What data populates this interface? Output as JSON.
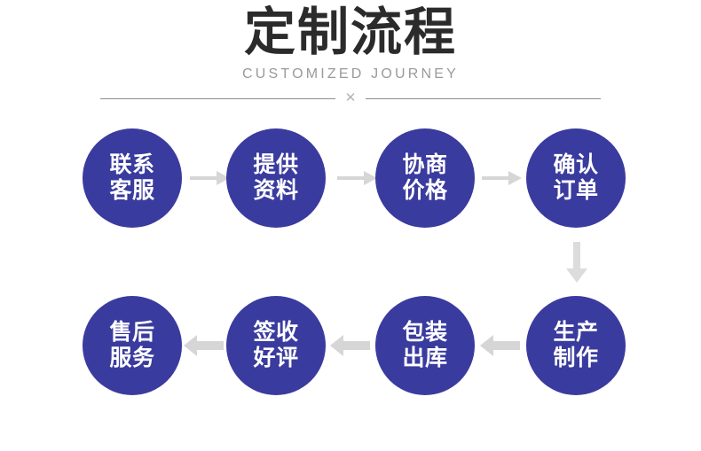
{
  "header": {
    "title": "定制流程",
    "subtitle": "CUSTOMIZED JOURNEY",
    "divider_mark": "✕"
  },
  "colors": {
    "node_fill": "#3a3b9e",
    "node_text": "#ffffff",
    "title_text": "#2b2b2b",
    "subtitle_text": "#9a9a9a",
    "arrow": "#d4d4d4",
    "divider": "#8d8d8d",
    "background": "#ffffff"
  },
  "flow": {
    "row1": {
      "direction": "left-to-right",
      "nodes": [
        {
          "line1": "联系",
          "line2": "客服"
        },
        {
          "line1": "提供",
          "line2": "资料"
        },
        {
          "line1": "协商",
          "line2": "价格"
        },
        {
          "line1": "确认",
          "line2": "订单"
        }
      ],
      "arrow_glyph": "→"
    },
    "row2": {
      "direction": "right-to-left",
      "nodes": [
        {
          "line1": "售后",
          "line2": "服务"
        },
        {
          "line1": "签收",
          "line2": "好评"
        },
        {
          "line1": "包装",
          "line2": "出库"
        },
        {
          "line1": "生产",
          "line2": "制作"
        }
      ],
      "arrow_glyph": "←"
    },
    "connector": {
      "glyph": "↓",
      "from": "确认订单",
      "to": "生产制作"
    }
  },
  "labels": {
    "r1n1": "联系\n客服",
    "r1n2": "提供\n资料",
    "r1n3": "协商\n价格",
    "r1n4": "确认\n订单",
    "r2n1": "售后\n服务",
    "r2n2": "签收\n好评",
    "r2n3": "包装\n出库",
    "r2n4": "生产\n制作"
  }
}
